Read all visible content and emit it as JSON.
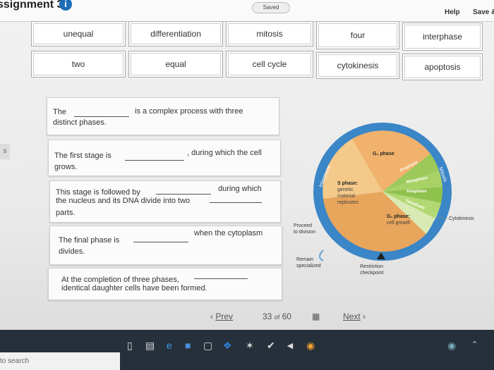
{
  "header": {
    "title": "ssignment 3",
    "info_icon": "i",
    "saved_label": "Saved",
    "help_label": "Help",
    "save_exit_label": "Save &"
  },
  "tiles": [
    "unequal",
    "differentiation",
    "mitosis",
    "four",
    "interphase",
    "two",
    "equal",
    "cell cycle",
    "cytokinesis",
    "apoptosis"
  ],
  "questions": {
    "q1": {
      "a": "The",
      "b": "is a complex process with three",
      "c": "distinct phases."
    },
    "q2": {
      "a": "The first stage is",
      "b": ", during which the cell",
      "c": "grows."
    },
    "q3": {
      "a": "This stage is followed by",
      "b": "during which",
      "c": "the nucleus and its DNA divide into two",
      "d": "parts."
    },
    "q4": {
      "a": "The final phase is",
      "b": "when the cytoplasm",
      "c": "divides."
    },
    "q5": {
      "a": "At the completion of three phases,",
      "b": "identical daughter cells have been formed."
    }
  },
  "diagram": {
    "g2": "G₂ phase",
    "s_phase": [
      "S phase:",
      "genetic",
      "material",
      "replicates"
    ],
    "g1": [
      "G₁ phase:",
      "cell growth"
    ],
    "prophase": "Prophase",
    "metaphase": "Metaphase",
    "anaphase": "Anaphase",
    "telophase": "Telophase",
    "interphase": "Interphase",
    "mitosis": "Mitosis",
    "proceed": [
      "Proceed",
      "to division"
    ],
    "remain": [
      "Remain",
      "specialized"
    ],
    "restriction": [
      "Restriction",
      "checkpoint"
    ],
    "cytokinesis": "Cytokinesis"
  },
  "nav": {
    "prev": "Prev",
    "page": "33",
    "of": "of",
    "total": "60",
    "next": "Next"
  },
  "taskbar": {
    "search": "to search"
  },
  "colors": {
    "accent": "#1d6fb6",
    "g_phase": "#e8a55c",
    "s_phase": "#ecc07e",
    "mitosis": "#9bc95a",
    "ring": "#3a86c7"
  }
}
